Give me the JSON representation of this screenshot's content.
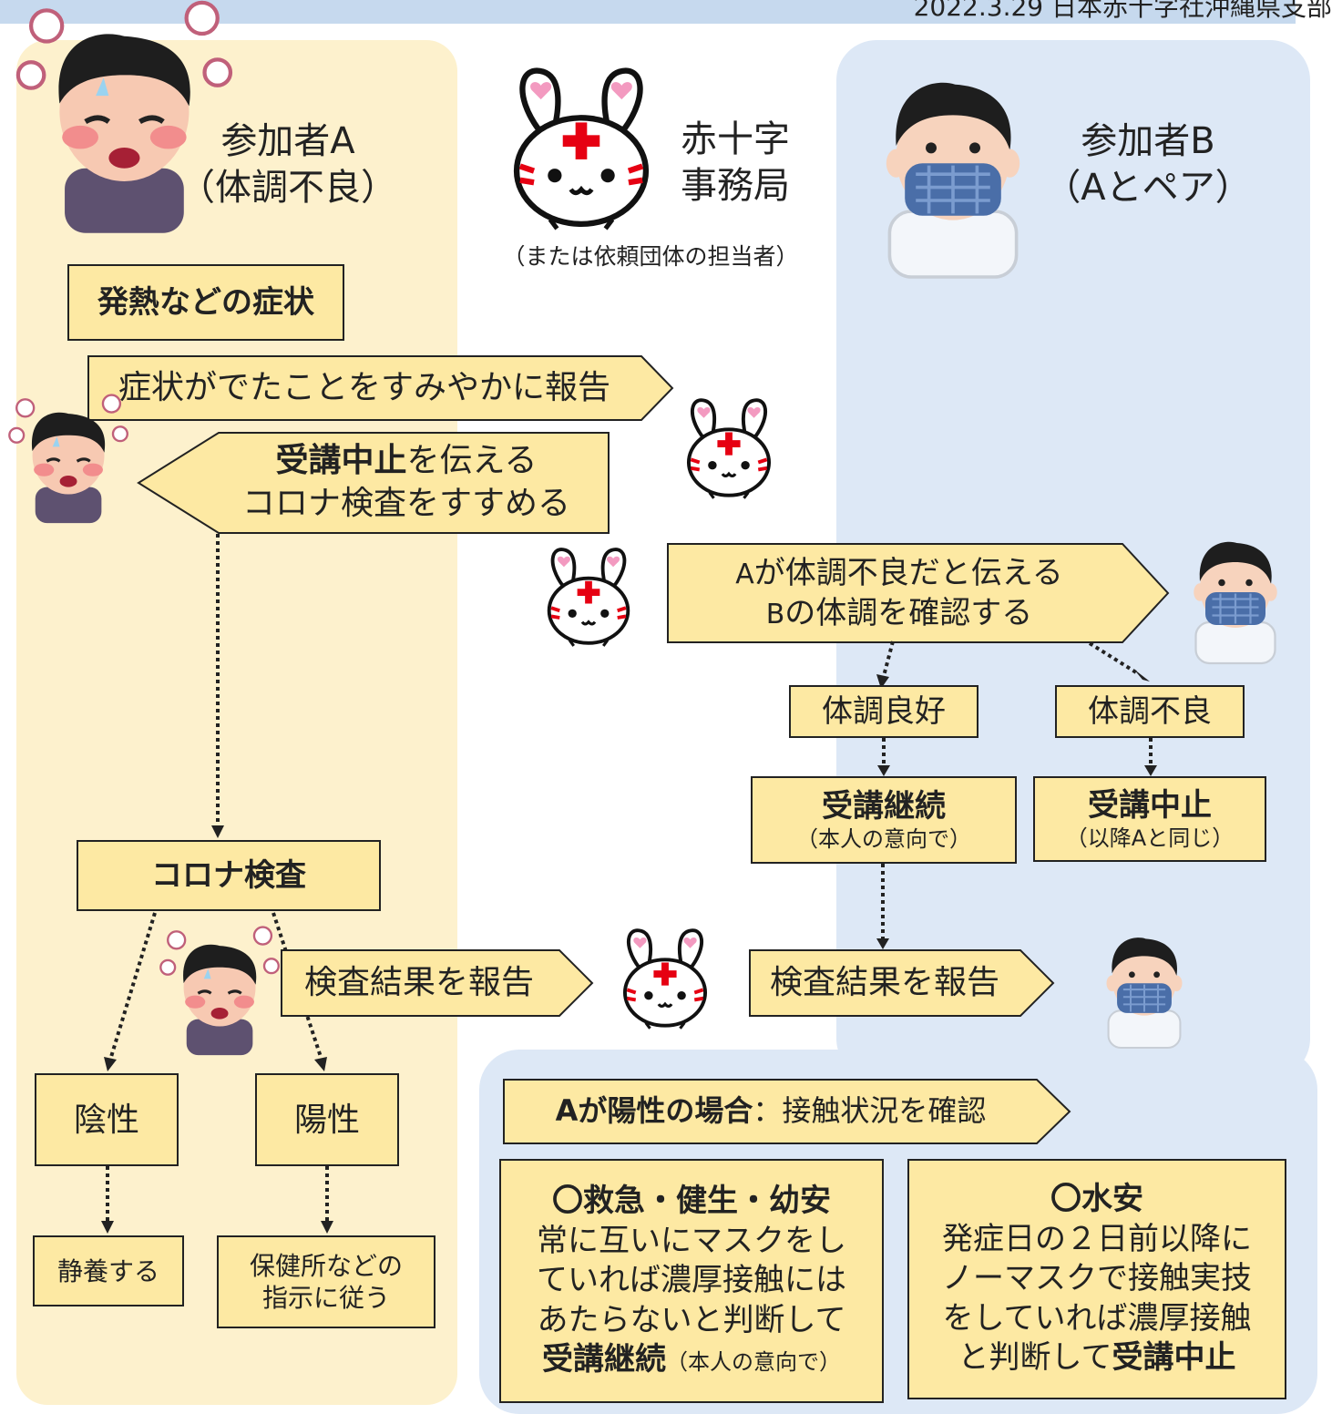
{
  "header": {
    "date": "2022.3.29 日本赤十字社沖縄県支部"
  },
  "actors": {
    "a_name": "参加者A",
    "a_sub": "（体調不良）",
    "office_1": "赤十字",
    "office_2": "事務局",
    "office_note": "（または依頼団体の担当者）",
    "b_name": "参加者B",
    "b_sub": "（Aとペア）"
  },
  "boxes": {
    "symptoms": "発熱などの症状",
    "report_symptoms": "症状がでたことをすみやかに報告",
    "stop_bold": "受講中止",
    "stop_rest": "を伝える",
    "recommend_test": "コロナ検査をすすめる",
    "tell_b_1_a": "A",
    "tell_b_1_rest": "が体調不良だと伝える",
    "tell_b_2_b": "B",
    "tell_b_2_rest": "の体調を確認する",
    "good": "体調良好",
    "bad": "体調不良",
    "continue_title": "受講継続",
    "continue_note": "（本人の意向で）",
    "stop_title": "受講中止",
    "stop_note": "（以降Aと同じ）",
    "corona_test": "コロナ検査",
    "report_result_a": "検査結果を報告",
    "report_result_b": "検査結果を報告",
    "negative": "陰性",
    "positive": "陽性",
    "rest": "静養する",
    "follow_1": "保健所などの",
    "follow_2": "指示に従う",
    "if_positive_bold": "Aが陽性の場合",
    "if_positive_rest": "：接触状況を確認",
    "case1_title": "〇救急・健生・幼安",
    "case1_l1": "常に互いにマスクをし",
    "case1_l2": "ていれば濃厚接触には",
    "case1_l3": "あたらないと判断して",
    "case1_bold": "受講継続",
    "case1_note": "（本人の意向で）",
    "case2_title": "〇水安",
    "case2_l1": "発症日の２日前以降に",
    "case2_l2": "ノーマスクで接触実技",
    "case2_l3": "をしていれば濃厚接触",
    "case2_l4": "と判断して",
    "case2_bold": "受講中止"
  },
  "colors": {
    "laneA": "#fdf1cd",
    "laneB": "#dde8f6",
    "box": "#fde9a3",
    "cross": "#e60012"
  }
}
